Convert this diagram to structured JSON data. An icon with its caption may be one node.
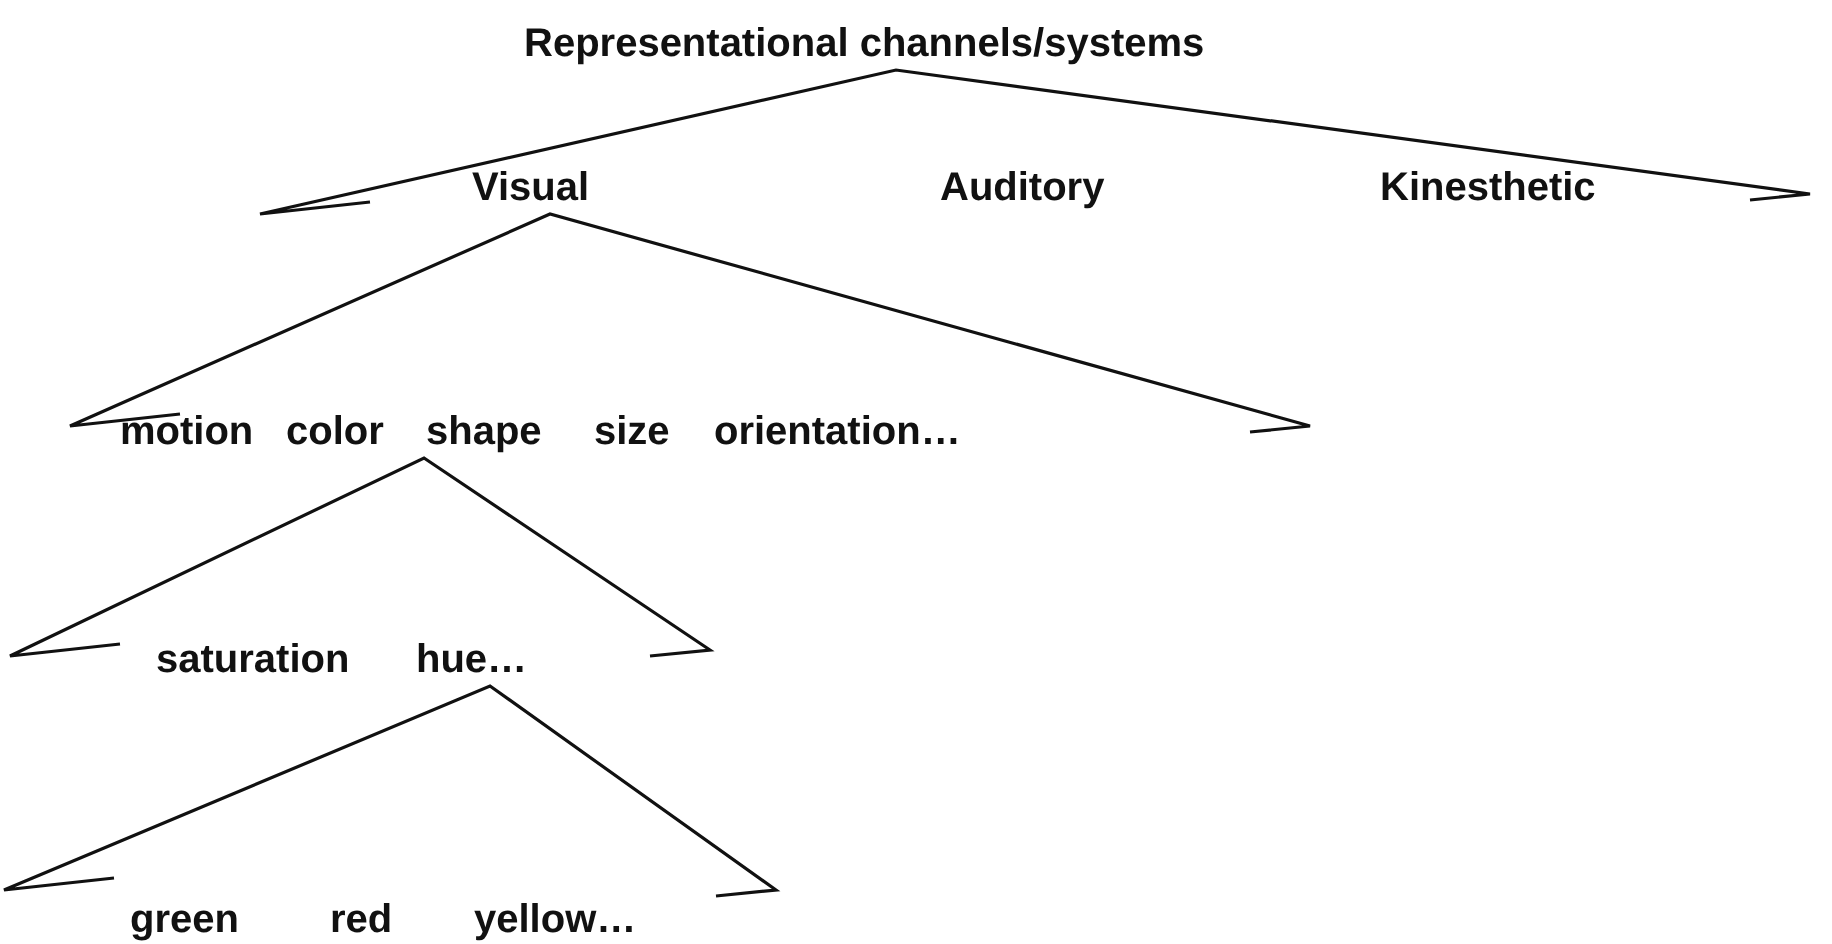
{
  "diagram": {
    "nodes": [
      {
        "text": [
          "Representational channels/systems"
        ]
      },
      {
        "text": [
          "Visual"
        ]
      },
      {
        "text": [
          "Auditory"
        ]
      },
      {
        "text": [
          "Kinesthetic"
        ]
      },
      {
        "text": [
          "motion"
        ]
      },
      {
        "text": [
          "color"
        ]
      },
      {
        "text": [
          "shape"
        ]
      },
      {
        "text": [
          "size"
        ]
      },
      {
        "text": [
          "orientation…"
        ]
      },
      {
        "text": [
          "saturation"
        ]
      },
      {
        "text": [
          "hue…"
        ]
      },
      {
        "text": [
          "green"
        ]
      },
      {
        "text": [
          "red"
        ]
      },
      {
        "text": [
          "yellow…"
        ]
      }
    ]
  }
}
